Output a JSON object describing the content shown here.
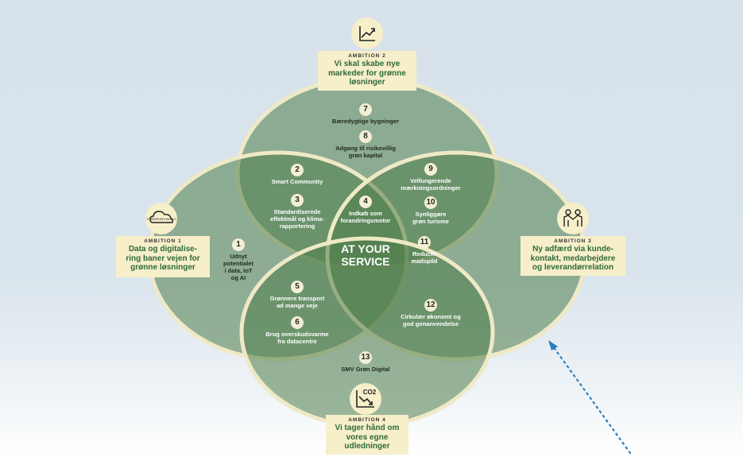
{
  "center_label": [
    "AT YOUR",
    "SERVICE"
  ],
  "ambitions": [
    {
      "kicker": "AMBITION 2",
      "title": [
        "Vi skal skabe nye",
        "markeder for grønne",
        "løsninger"
      ],
      "icon": "chart-up-icon"
    },
    {
      "kicker": "AMBITION 1",
      "title": [
        "Data og digitalise-",
        "ring baner vejen for",
        "grønne løsninger"
      ],
      "icon": "cloud-icon",
      "icon_text": "TOMORROW'S WORLD"
    },
    {
      "kicker": "AMBITION 3",
      "title": [
        "Ny adfærd via kunde-",
        "kontakt, medarbejdere",
        "og leverandørrelation"
      ],
      "icon": "people-icon"
    },
    {
      "kicker": "AMBITION 4",
      "title": [
        "Vi tager hånd om",
        "vores egne",
        "udledninger"
      ],
      "icon": "co2-down-icon",
      "icon_text": "CO2"
    }
  ],
  "initiatives": [
    {
      "number": "1",
      "label": [
        "Udnyt",
        "potentialet",
        "i data, IoT",
        "og AI"
      ]
    },
    {
      "number": "2",
      "label": [
        "Smart Community"
      ]
    },
    {
      "number": "3",
      "label": [
        "Standardiserede",
        "effektmål og klima-",
        "rapportering"
      ]
    },
    {
      "number": "4",
      "label": [
        "Indkøb som",
        "forandringsmotor"
      ]
    },
    {
      "number": "5",
      "label": [
        "Grønnere transport",
        "ad mange veje"
      ]
    },
    {
      "number": "6",
      "label": [
        "Brug overskudsvarme",
        "fra datacentre"
      ]
    },
    {
      "number": "7",
      "label": [
        "Bæredygtige bygninger"
      ]
    },
    {
      "number": "8",
      "label": [
        "Adgang til risikovillig",
        "grøn kapital"
      ]
    },
    {
      "number": "9",
      "label": [
        "Velfungerende",
        "mærkningsordninger"
      ]
    },
    {
      "number": "10",
      "label": [
        "Synliggøre",
        "grøn turisme"
      ]
    },
    {
      "number": "11",
      "label": [
        "Reducer",
        "madspild"
      ]
    },
    {
      "number": "12",
      "label": [
        "Cirkulær økonomi og",
        "god genanvendelse"
      ]
    },
    {
      "number": "13",
      "label": [
        "SMV Grøn Digital"
      ]
    }
  ],
  "colors": {
    "petal": "#4e7d4a",
    "outline": "#efe9c6",
    "label_bg": "#f6efc9",
    "title": "#2e6a3a",
    "arrow": "#2a7fbf"
  }
}
